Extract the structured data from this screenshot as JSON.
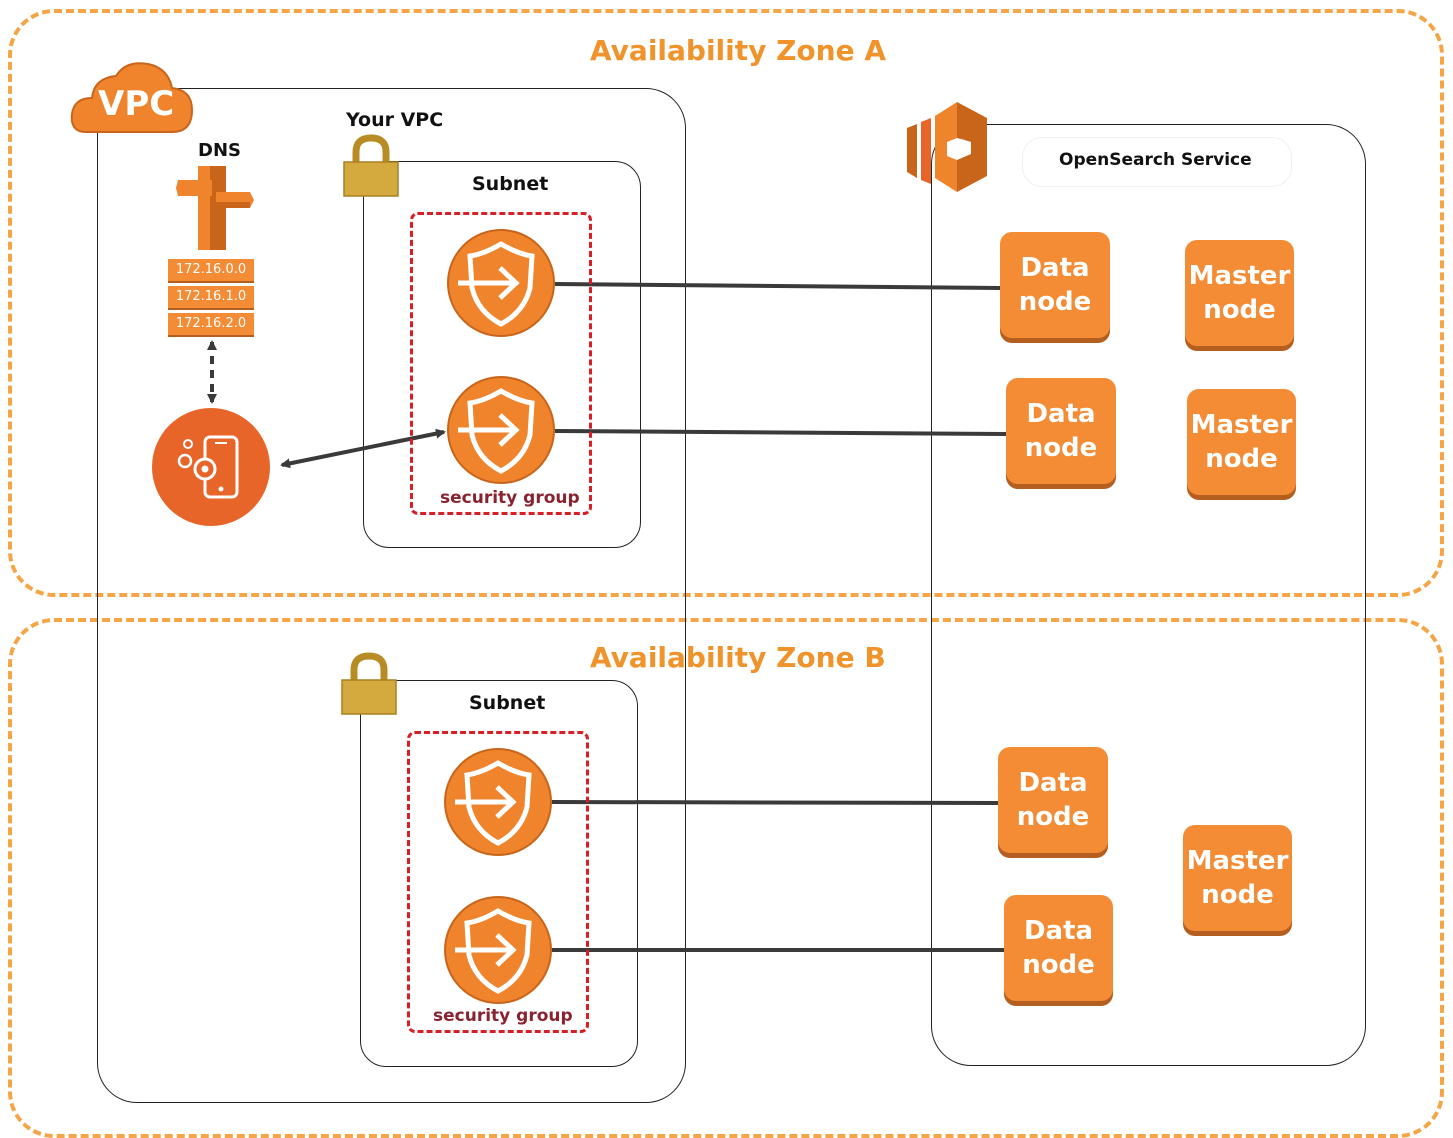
{
  "zones": {
    "a_title": "Availability Zone A",
    "b_title": "Availability Zone B"
  },
  "vpc": {
    "badge": "VPC",
    "your_vpc_label": "Your VPC",
    "dns_label": "DNS",
    "dns_records": [
      "172.16.0.0",
      "172.16.1.0",
      "172.16.2.0"
    ]
  },
  "subnets": {
    "a_label": "Subnet",
    "b_label": "Subnet",
    "security_group_label": "security group"
  },
  "opensearch": {
    "title": "OpenSearch Service",
    "nodes": {
      "a_data_1": [
        "Data",
        "node"
      ],
      "a_master_1": [
        "Master",
        "node"
      ],
      "a_data_2": [
        "Data",
        "node"
      ],
      "a_master_2": [
        "Master",
        "node"
      ],
      "b_data_1": [
        "Data",
        "node"
      ],
      "b_master": [
        "Master",
        "node"
      ],
      "b_data_2": [
        "Data",
        "node"
      ]
    }
  },
  "icons": {
    "endpoint": "vpc-endpoint-shield-icon",
    "client": "mobile-client-app-icon",
    "dns": "route53-dns-signpost-icon",
    "lock": "padlock-icon",
    "opensearch": "opensearch-service-logo-icon"
  },
  "colors": {
    "zone_border": "#f5a546",
    "zone_title": "#f0932b",
    "node_fill": "#f48b35",
    "node_shadow": "#b45f1f",
    "endpoint_fill": "#f0842c",
    "client_fill": "#e8652a",
    "security_group_border": "#d81f26",
    "lock_fill": "#d4a93e"
  }
}
